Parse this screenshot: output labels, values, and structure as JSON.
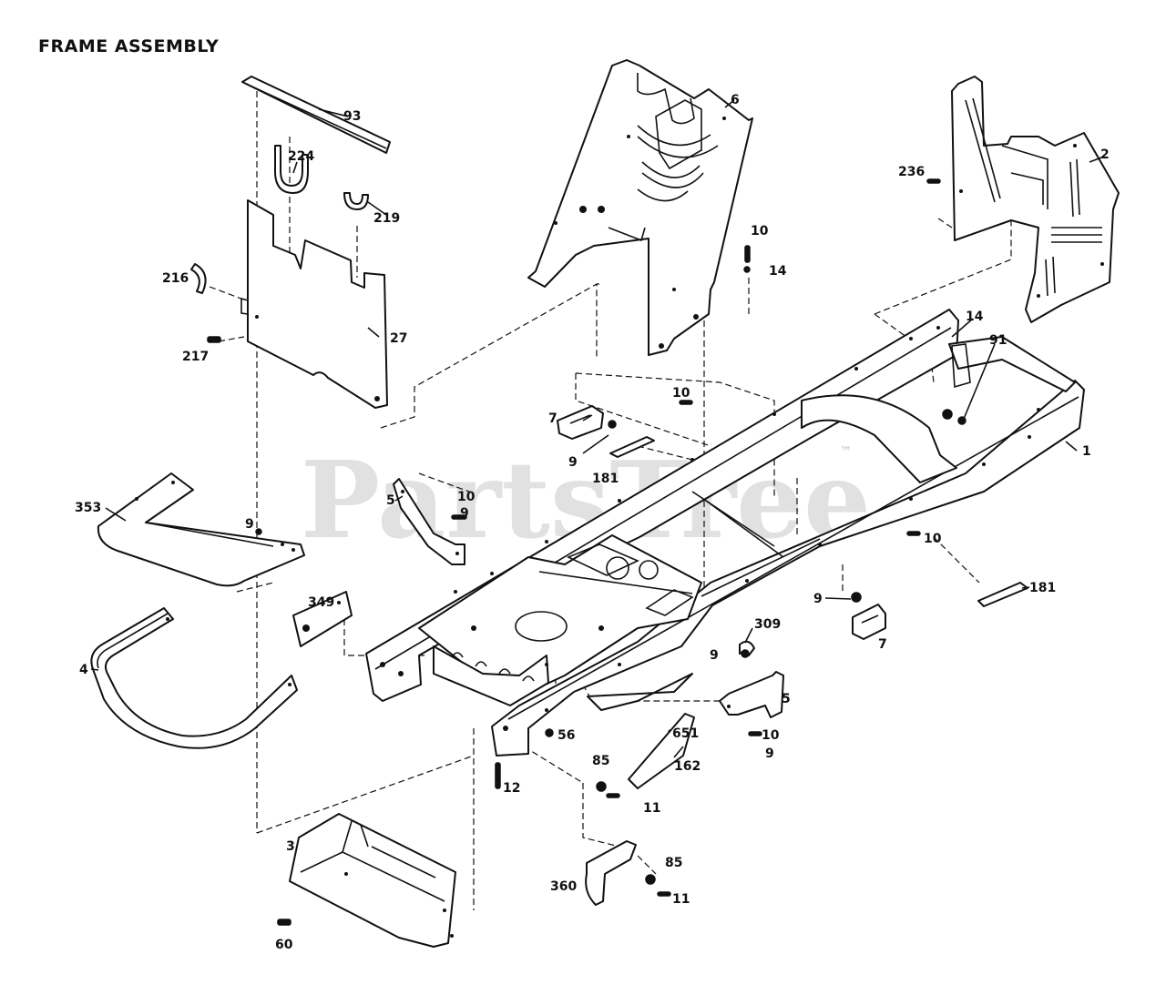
{
  "title": "FRAME ASSEMBLY",
  "watermark": "PartsTree",
  "trademark": "™",
  "callouts": {
    "c93": "93",
    "c224": "224",
    "c219": "219",
    "c216": "216",
    "c217": "217",
    "c27": "27",
    "c6": "6",
    "c10a": "10",
    "c14a": "14",
    "c236": "236",
    "c2": "2",
    "c14b": "14",
    "c91": "91",
    "c1": "1",
    "c10b": "10",
    "c7a": "7",
    "c9a": "9",
    "c181a": "181",
    "c353": "353",
    "c9b": "9",
    "c5a": "5",
    "c10c": "10",
    "c9c": "9",
    "c349": "349",
    "c4": "4",
    "c10d": "10",
    "c181b": "181",
    "c9d": "9",
    "c309": "309",
    "c7b": "7",
    "c9e": "9",
    "c5b": "5",
    "c10e": "10",
    "c9f": "9",
    "c651": "651",
    "c56": "56",
    "c85a": "85",
    "c162": "162",
    "c12": "12",
    "c11a": "11",
    "c3": "3",
    "c360": "360",
    "c85b": "85",
    "c11b": "11",
    "c60": "60"
  },
  "colors": {
    "line": "#111111",
    "watermark": "#c9c9c9",
    "background": "#ffffff"
  }
}
